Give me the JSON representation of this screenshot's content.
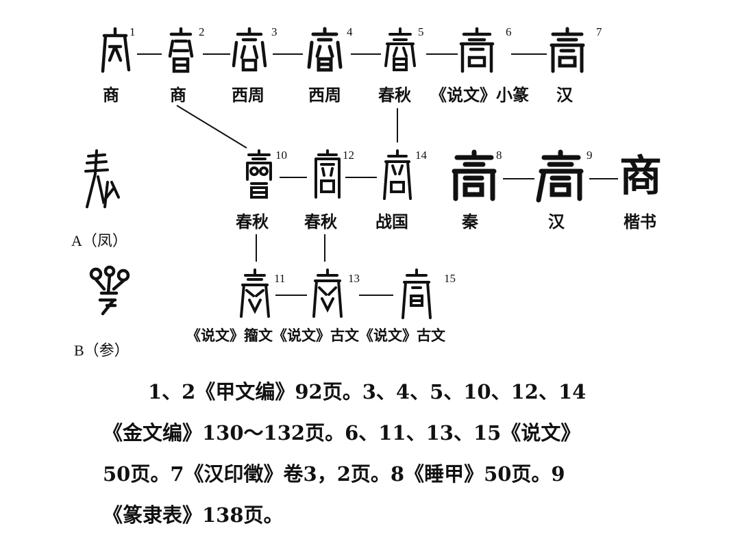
{
  "row1": {
    "numbers": [
      "1",
      "2",
      "3",
      "4",
      "5",
      "6",
      "7"
    ],
    "labels": [
      "商",
      "商",
      "西周",
      "西周",
      "春秋",
      "《说文》小篆",
      "汉"
    ]
  },
  "row2": {
    "numbers": [
      "10",
      "12",
      "14",
      "8",
      "9"
    ],
    "labels": [
      "春秋",
      "春秋",
      "战国",
      "秦",
      "汉",
      "楷书"
    ],
    "modern_char": "商"
  },
  "row3": {
    "numbers": [
      "11",
      "13",
      "15"
    ],
    "label": "《说文》籀文《说文》古文《说文》古文"
  },
  "side": {
    "a_label": "A（凤）",
    "b_label": "B（参）"
  },
  "refs": {
    "line1": "1、2《甲文编》92页。3、4、5、10、12、14",
    "line2": "《金文编》130～132页。6、11、13、15《说文》",
    "line3": "50页。7《汉印徵》卷3，2页。8《睡甲》50页。9",
    "line4": "《篆隶表》138页。"
  }
}
